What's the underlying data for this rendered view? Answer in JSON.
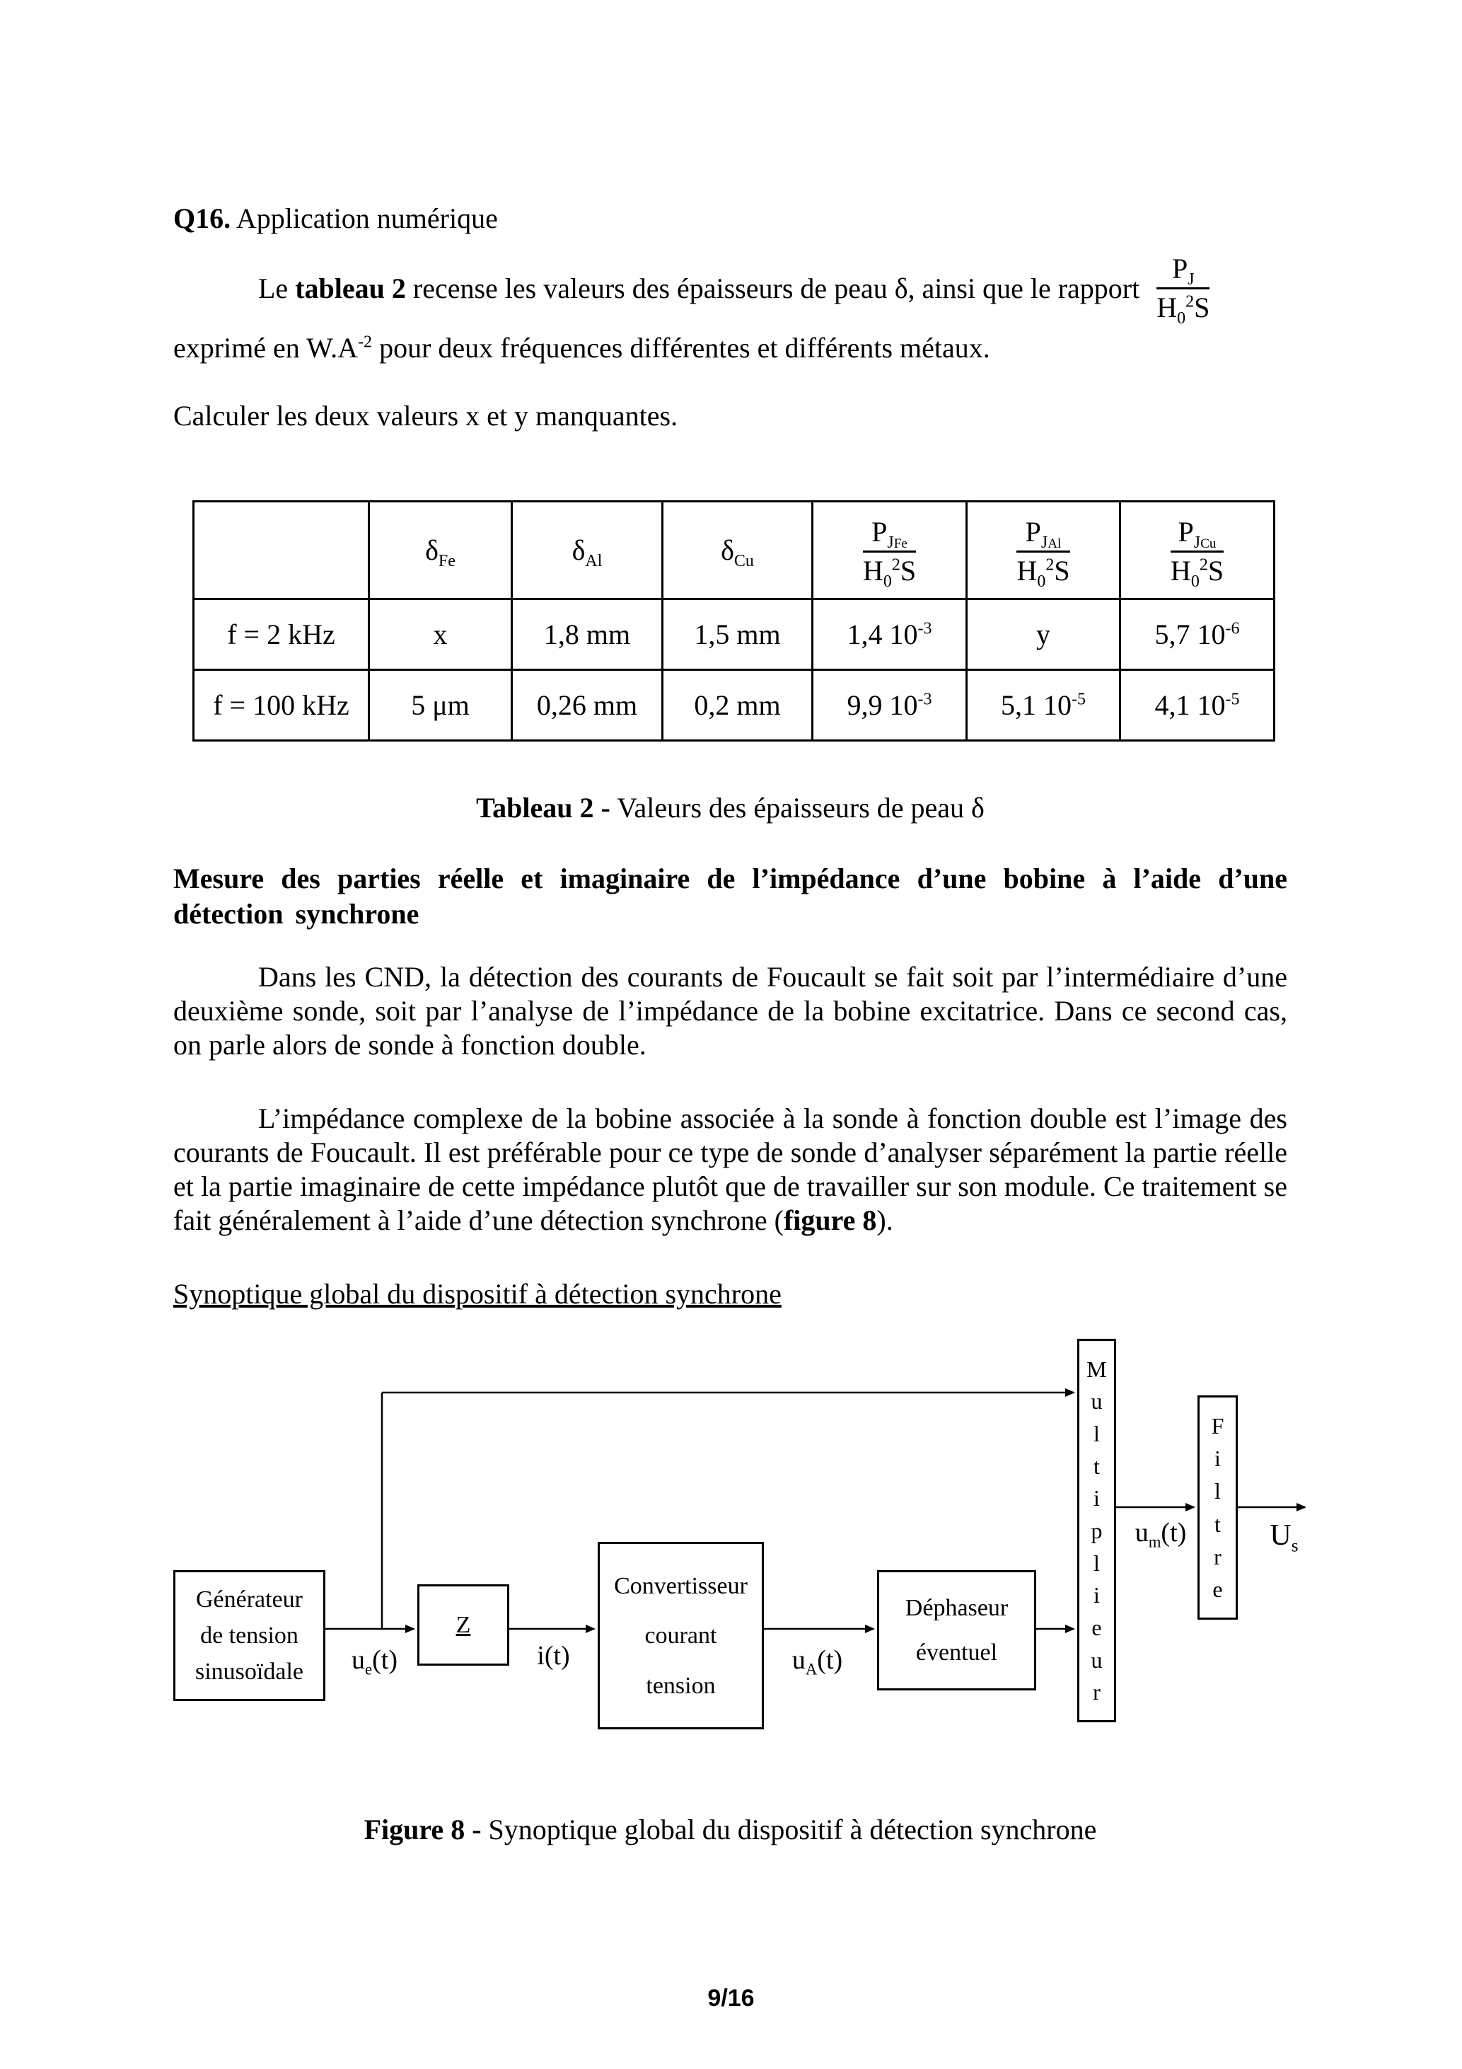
{
  "page_number": "9/16",
  "sym": {
    "delta": "δ",
    "P": "P",
    "J": "J",
    "H": "H",
    "zero": "0",
    "two": "2",
    "S": "S"
  },
  "q16": {
    "label": "Q16.",
    "title": " Application numérique"
  },
  "para1": {
    "pre": "Le ",
    "bold": "tableau 2",
    "post": " recense les valeurs des épaisseurs de peau δ, ainsi que le rapport",
    "line2_pre": "exprimé en W.A",
    "line2_sup": "-2",
    "line2_post": " pour deux fréquences différentes et différents métaux.",
    "line3": "Calculer les deux valeurs x et y manquantes."
  },
  "table": {
    "delta_subs": [
      "Fe",
      "Al",
      "Cu"
    ],
    "frac_metals": [
      "Fe",
      "Al",
      "Cu"
    ],
    "rows": [
      {
        "label": "f = 2 kHz",
        "cells": [
          {
            "t": "x"
          },
          {
            "t": "1,8 mm"
          },
          {
            "t": "1,5 mm"
          },
          {
            "t": "1,4 10",
            "sup": "-3"
          },
          {
            "t": "y"
          },
          {
            "t": "5,7 10",
            "sup": "-6"
          }
        ]
      },
      {
        "label": "f = 100 kHz",
        "cells": [
          {
            "t": "5 μm"
          },
          {
            "t": "0,26 mm"
          },
          {
            "t": "0,2 mm"
          },
          {
            "t": "9,9 10",
            "sup": "-3"
          },
          {
            "t": "5,1 10",
            "sup": "-5"
          },
          {
            "t": "4,1 10",
            "sup": "-5"
          }
        ]
      }
    ]
  },
  "table_caption": {
    "bold": "Tableau 2 -",
    "text": " Valeurs des épaisseurs de peau δ"
  },
  "section_heading": "Mesure des parties réelle et imaginaire de l’impédance d’une bobine à l’aide d’une détection synchrone",
  "para2": "Dans les CND, la détection des courants de Foucault se fait soit par l’intermédiaire d’une deuxième sonde, soit par l’analyse de l’impédance de la bobine excitatrice. Dans ce second cas, on parle alors de sonde à fonction double.",
  "para3": {
    "pre": "L’impédance complexe de la bobine associée à la sonde à fonction double est l’image des courants de Foucault. Il est préférable pour ce type de sonde d’analyser séparément la partie réelle et la partie imaginaire de cette impédance plutôt que de travailler sur son module. Ce traitement se fait généralement à l’aide d’une détection synchrone (",
    "bold": "figure 8",
    "post": ")."
  },
  "synoptique_heading": "Synoptique global du dispositif à détection synchrone",
  "diagram": {
    "generator_lines": [
      "Générateur",
      "de tension",
      "sinusoïdale"
    ],
    "z_label": "Z",
    "converter_lines": [
      "Convertisseur",
      "courant",
      "tension"
    ],
    "dephaseur_lines": [
      "Déphaseur",
      "éventuel"
    ],
    "multiplier_label": "Multiplieur",
    "filter_label": "Filtre",
    "signals": {
      "ue": {
        "base": "u",
        "sub": "e",
        "rest": "(t)"
      },
      "i": "i(t)",
      "ua": {
        "base": "u",
        "sub": "A",
        "rest": "(t)"
      },
      "um": {
        "base": "u",
        "sub": "m",
        "rest": "(t)"
      },
      "us": {
        "base": "U",
        "sub": "s"
      }
    }
  },
  "figure_caption": {
    "bold": "Figure 8 -",
    "text": " Synoptique global du dispositif à détection synchrone"
  }
}
